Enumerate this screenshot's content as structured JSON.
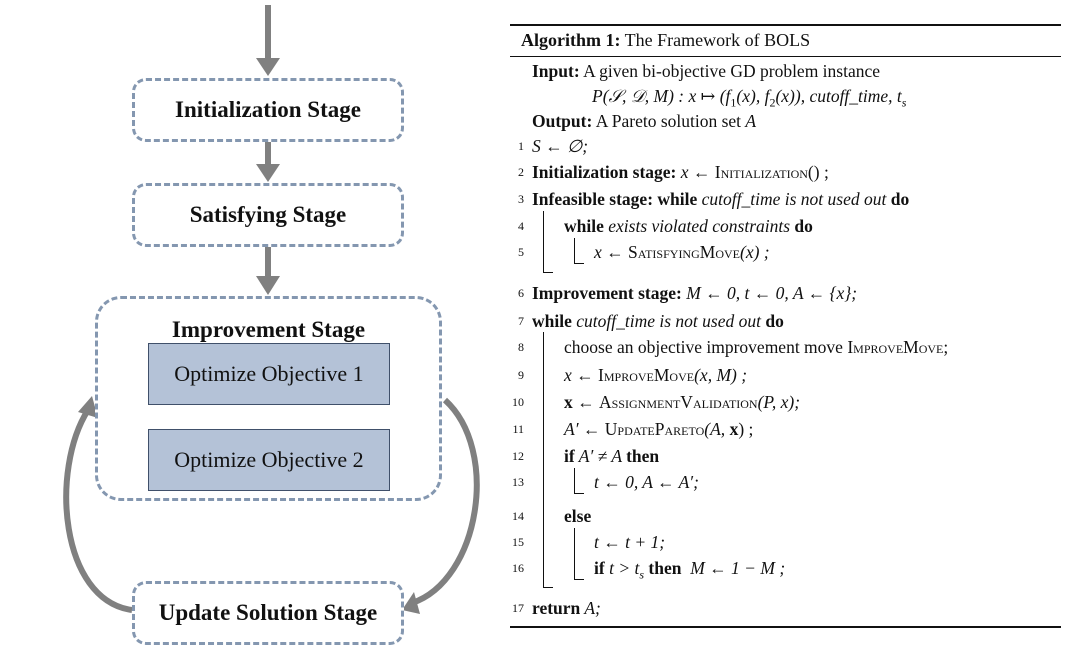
{
  "flow": {
    "initialization": "Initialization Stage",
    "satisfying": "Satisfying Stage",
    "improvement": "Improvement Stage",
    "objective1": "Optimize Objective 1",
    "objective2": "Optimize Objective 2",
    "update": "Update Solution Stage",
    "colors": {
      "arrow": "#808080",
      "dash_border": "#8497b0",
      "objective_fill": "#b4c2d7"
    }
  },
  "algorithm": {
    "title_kw": "Algorithm 1:",
    "title_text": " The Framework of BOLS",
    "input_kw": "Input:",
    "input_text": " A given bi-objective GD problem instance",
    "input_formula_a": "P(𝒮, 𝒟, M) : x ↦ (f",
    "input_formula_b": "1",
    "input_formula_c": "(x), f",
    "input_formula_d": "2",
    "input_formula_e": "(x)), cutoff_time, t",
    "input_formula_f": "s",
    "output_kw": "Output:",
    "output_text": " A Pareto solution set ",
    "output_var": "A",
    "lines": [
      {
        "num": "1",
        "a": "S ← ∅;"
      },
      {
        "num": "2",
        "kw": "Initialization stage:",
        "a": " x ← ",
        "sc": "Initialization",
        "b": "() ;"
      },
      {
        "num": "3",
        "kw": "Infeasible stage: while",
        "it": " cutoff_time is not used out ",
        "kw2": "do"
      },
      {
        "num": "4",
        "kw": "while",
        "it": " exists violated constraints ",
        "kw2": "do"
      },
      {
        "num": "5",
        "a": "x ← ",
        "sc": "SatisfyingMove",
        "b": "(x) ;"
      },
      {
        "num": "6",
        "kw": "Improvement stage:",
        "a": " M ← 0, t ← 0, A ← {x};"
      },
      {
        "num": "7",
        "kw": "while",
        "it": " cutoff_time is not used out ",
        "kw2": "do"
      },
      {
        "num": "8",
        "a": "choose an objective improvement move ",
        "sc": "ImproveMove",
        "b": ";"
      },
      {
        "num": "9",
        "a": "x ← ",
        "sc": "ImproveMove",
        "b": "(x, M) ;"
      },
      {
        "num": "10",
        "kw": "x",
        "a": " ← ",
        "sc": "AssignmentValidation",
        "b": "(P, x);"
      },
      {
        "num": "11",
        "a": "A′ ← ",
        "sc": "UpdatePareto",
        "b": "(A, ",
        "kw2": "x",
        "c": ") ;"
      },
      {
        "num": "12",
        "kw": "if",
        "a": " A′ ≠ A ",
        "kw2": "then"
      },
      {
        "num": "13",
        "a": "t ← 0, A ← A′;"
      },
      {
        "num": "14",
        "kw": "else"
      },
      {
        "num": "15",
        "a": "t ← t + 1;"
      },
      {
        "num": "16",
        "kw": "if",
        "a": " t > t",
        "sub": "s",
        "kw2": " then",
        "b": "  M ← 1 − M ;"
      },
      {
        "num": "17",
        "kw": "return",
        "a": " A;"
      }
    ]
  }
}
